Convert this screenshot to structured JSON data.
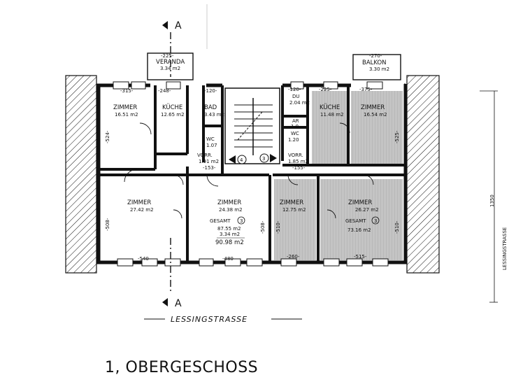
{
  "sheet": {
    "title": "1, OBERGESCHOSS",
    "street": "LESSINGSTRASSE",
    "section_marker": "A",
    "side_label": "LESSINGSTRASSE",
    "side_number": "1350"
  },
  "rooms": {
    "veranda": {
      "name": "VERANDA",
      "area": "3.34 m2",
      "dim": "-225-"
    },
    "balkon": {
      "name": "BALKON",
      "area": "3.30 m2",
      "dim": "-270-"
    },
    "zimmer_nw": {
      "name": "ZIMMER",
      "area": "16.51 m2",
      "dim": "-315-"
    },
    "kueche_w": {
      "name": "KÜCHE",
      "area": "12.65 m2",
      "dim": "-248-"
    },
    "bad": {
      "name": "BAD",
      "area": "3.43 m2",
      "dim": "-120-"
    },
    "wc_w": {
      "name": "WC",
      "area": "1.07"
    },
    "vorr_w": {
      "name": "VORR.",
      "area": "1.91 m2",
      "dim": "-153-"
    },
    "du": {
      "name": "DU",
      "area": "2.04 m2",
      "dim": "-120-"
    },
    "ar": {
      "name": "AR",
      "area": "1.0"
    },
    "wc_e": {
      "name": "WC",
      "area": "1.20"
    },
    "kueche_e": {
      "name": "KÜCHE",
      "area": "11.48 m2",
      "dim": "-225-"
    },
    "zimmer_ne": {
      "name": "ZIMMER",
      "area": "16.54 m2",
      "dim": "-375-"
    },
    "vorr_e": {
      "name": "VORR.",
      "area": "1.85 m2",
      "dim": "-155-"
    },
    "zimmer_sw": {
      "name": "ZIMMER",
      "area": "27.42 m2",
      "dim": "-540-"
    },
    "zimmer_sm": {
      "name": "ZIMMER",
      "area": "24.38 m2",
      "dim": "-480-"
    },
    "zimmer_sc": {
      "name": "ZIMMER",
      "area": "12.75 m2",
      "dim": "-260-"
    },
    "zimmer_se": {
      "name": "ZIMMER",
      "area": "26.27 m2",
      "dim": "-515-"
    }
  },
  "dims": {
    "nw_height": "-524-",
    "sw_height": "-508-",
    "sm_height": "-508-",
    "sc_height": "-510-",
    "ne_height": "-525-",
    "se_height": "-510-"
  },
  "units": {
    "west": {
      "label": "GESAMT",
      "num": "3",
      "area1": "87.55 m2",
      "area2": "3.34 m2",
      "total": "90.98 m2"
    },
    "east": {
      "label": "GESAMT",
      "num": "3",
      "total": "73.16 m2"
    }
  },
  "markers": {
    "left_unit": "4",
    "right_unit": "3"
  },
  "colors": {
    "ink": "#111111",
    "shade": "#bdbdbd",
    "shade_dark": "#a8a8a8"
  }
}
